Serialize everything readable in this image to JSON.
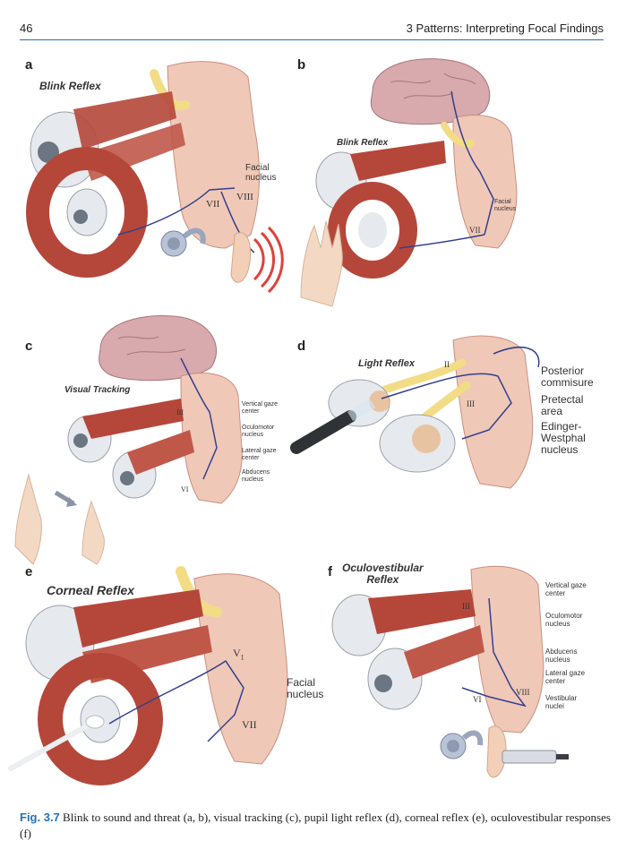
{
  "header": {
    "page_number": "46",
    "chapter_title": "3  Patterns: Interpreting Focal Findings"
  },
  "panels": {
    "a": {
      "letter": "a",
      "title": "Blink Reflex",
      "labels": {
        "facial": "Facial\nnucleus",
        "vii": "VII",
        "viii": "VIII"
      }
    },
    "b": {
      "letter": "b",
      "title": "Blink Reflex",
      "labels": {
        "facial": "Facial\nnucleus",
        "vii": "VII"
      }
    },
    "c": {
      "letter": "c",
      "title": "Visual Tracking",
      "labels": {
        "vertical": "Vertical gaze\ncenter",
        "oculomotor": "Oculomotor\nnucleus",
        "lateral": "Lateral gaze\ncenter",
        "abducens": "Abducens\nnucleus",
        "iii": "III",
        "vi": "VI"
      }
    },
    "d": {
      "letter": "d",
      "title": "Light Reflex",
      "labels": {
        "posterior": "Posterior\ncommisure",
        "pretectal": "Pretectal\narea",
        "ew": "Edinger-\nWestphal\nnucleus",
        "ii": "II",
        "iii": "III"
      }
    },
    "e": {
      "letter": "e",
      "title": "Corneal Reflex",
      "labels": {
        "facial": "Facial\nnucleus",
        "v1": "V",
        "v1_sub": "1",
        "vii": "VII"
      }
    },
    "f": {
      "letter": "f",
      "title": "Oculovestibular\nReflex",
      "labels": {
        "vertical": "Vertical gaze\ncenter",
        "oculomotor": "Oculomotor\nnucleus",
        "abducens": "Abducens\nnucleus",
        "lateral": "Lateral gaze\ncenter",
        "vestibular": "Vestibular\nnuclei",
        "iii": "III",
        "vi": "VI",
        "viii": "VIII"
      }
    }
  },
  "caption": {
    "label": "Fig. 3.7",
    "text": "Blink to sound and threat (a, b), visual tracking (c), pupil light reflex (d), corneal reflex (e), oculovestibular responses (f)"
  },
  "colors": {
    "accent": "#2b6fb3",
    "muscle": "#b5473a",
    "brainstem": "#f0c8b8",
    "nerve": "#f2dc86",
    "brain": "#d8a9ad",
    "pathway": "#33408c"
  }
}
